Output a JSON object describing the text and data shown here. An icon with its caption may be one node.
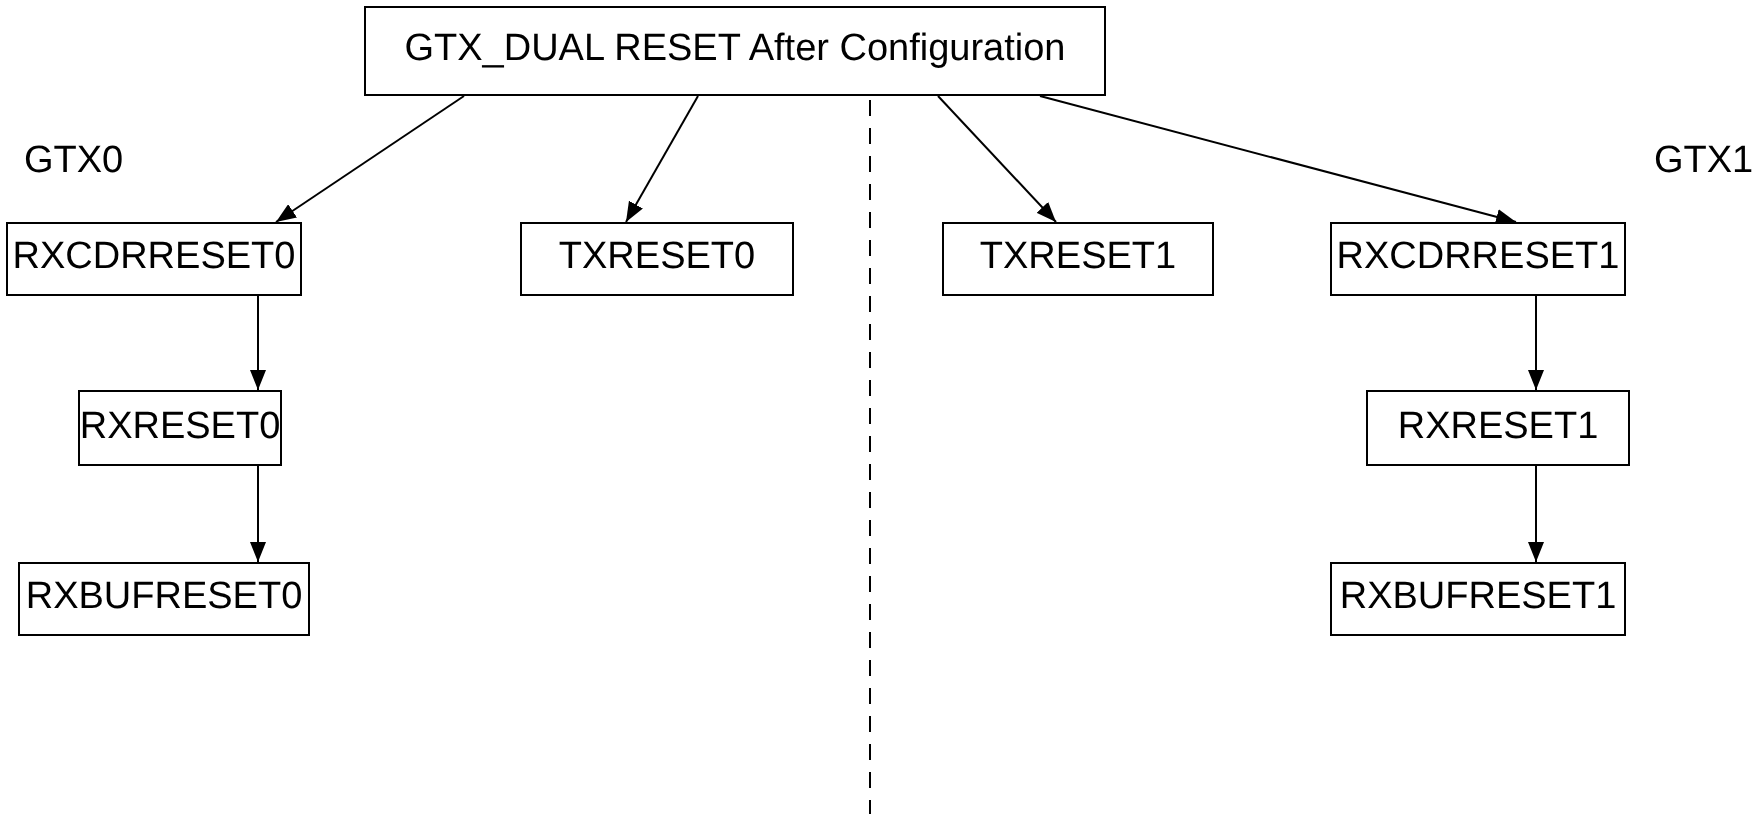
{
  "diagram": {
    "nodes": [
      {
        "text": [
          "GTX_DUAL RESET After Configuration"
        ]
      },
      {
        "text": [
          "RXCDRRESET0"
        ]
      },
      {
        "text": [
          "TXRESET0"
        ]
      },
      {
        "text": [
          "TXRESET1"
        ]
      },
      {
        "text": [
          "RXCDRRESET1"
        ]
      },
      {
        "text": [
          "RXRESET0"
        ]
      },
      {
        "text": [
          "RXBUFRESET0"
        ]
      },
      {
        "text": [
          "RXRESET1"
        ]
      },
      {
        "text": [
          "RXBUFRESET1"
        ]
      }
    ],
    "edges": [
      {
        "from": 0,
        "to": 1,
        "arrow": "to"
      },
      {
        "from": 0,
        "to": 2,
        "arrow": "to"
      },
      {
        "from": 0,
        "to": 3,
        "arrow": "to"
      },
      {
        "from": 0,
        "to": 4,
        "arrow": "to"
      },
      {
        "from": 1,
        "to": 5,
        "arrow": "to"
      },
      {
        "from": 5,
        "to": 6,
        "arrow": "to"
      },
      {
        "from": 4,
        "to": 7,
        "arrow": "to"
      },
      {
        "from": 7,
        "to": 8,
        "arrow": "to"
      }
    ],
    "labels": [
      "GTX0",
      "GTX1"
    ]
  }
}
